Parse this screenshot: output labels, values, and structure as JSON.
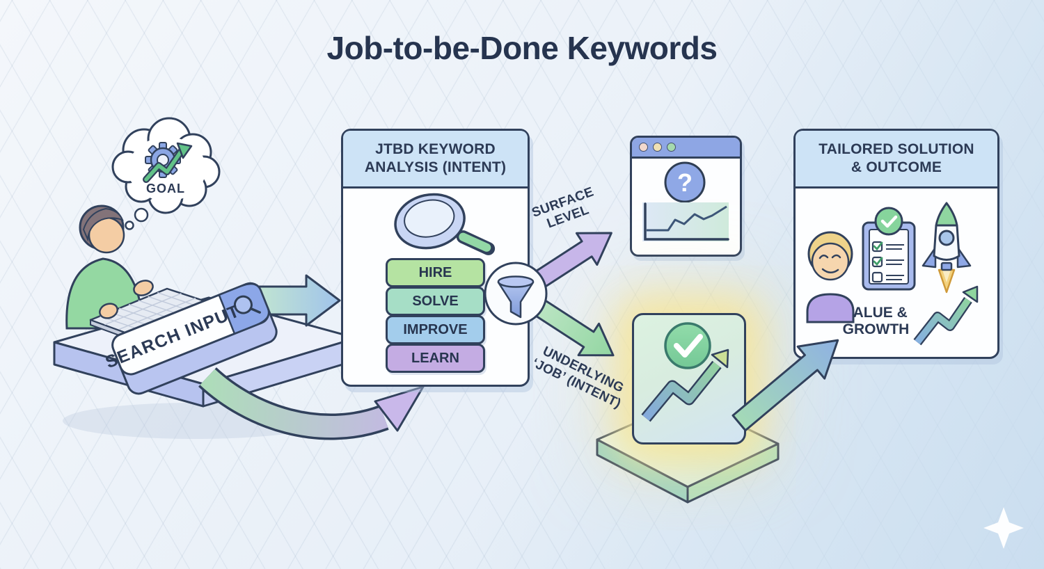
{
  "page": {
    "title": "Job-to-be-Done Keywords"
  },
  "flow": {
    "goal_bubble": {
      "label": "GOAL",
      "icon": "gear-growth-icon"
    },
    "search_bar": {
      "label": "SEARCH INPUT",
      "icon": "magnifier-icon"
    },
    "jtbd_card": {
      "title": "JTBD KEYWORD ANALYSIS (INTENT)",
      "icon": "magnifier-icon",
      "keywords": [
        {
          "label": "HIRE",
          "color": "#b5e3a2"
        },
        {
          "label": "SOLVE",
          "color": "#a6dec6"
        },
        {
          "label": "IMPROVE",
          "color": "#a3cdec"
        },
        {
          "label": "LEARN",
          "color": "#c4ace3"
        }
      ]
    },
    "filter": {
      "icon": "funnel-icon"
    },
    "branches": [
      {
        "label": "SURFACE LEVEL"
      },
      {
        "label": "UNDERLYING ‘JOB’ (INTENT)"
      }
    ],
    "browser_card": {
      "question_mark": "?",
      "icons": [
        "question-mark-icon",
        "line-chart-icon"
      ],
      "window_controls": [
        "dot-red",
        "dot-yellow",
        "dot-green"
      ]
    },
    "growth_card": {
      "icons": [
        "check-circle-icon",
        "growth-arrow-icon"
      ]
    },
    "outcome_card": {
      "title": "TAILORED SOLUTION & OUTCOME",
      "value_label": "VALUE & GROWTH",
      "icons": [
        "user-avatar",
        "checklist-icon",
        "rocket-icon",
        "growth-arrow-icon"
      ]
    }
  },
  "colors": {
    "background": "#e9f0f8",
    "navy_text": "#2c3a55",
    "outline": "#31415c",
    "card_header": "#cde3f6",
    "chip_hire": "#b5e3a2",
    "chip_solve": "#a6dec6",
    "chip_improve": "#a3cdec",
    "chip_learn": "#c4ace3",
    "arrow_surface": "#c7b6e9",
    "arrow_underlying": "#a0dab0",
    "glow": "#f7e597"
  }
}
